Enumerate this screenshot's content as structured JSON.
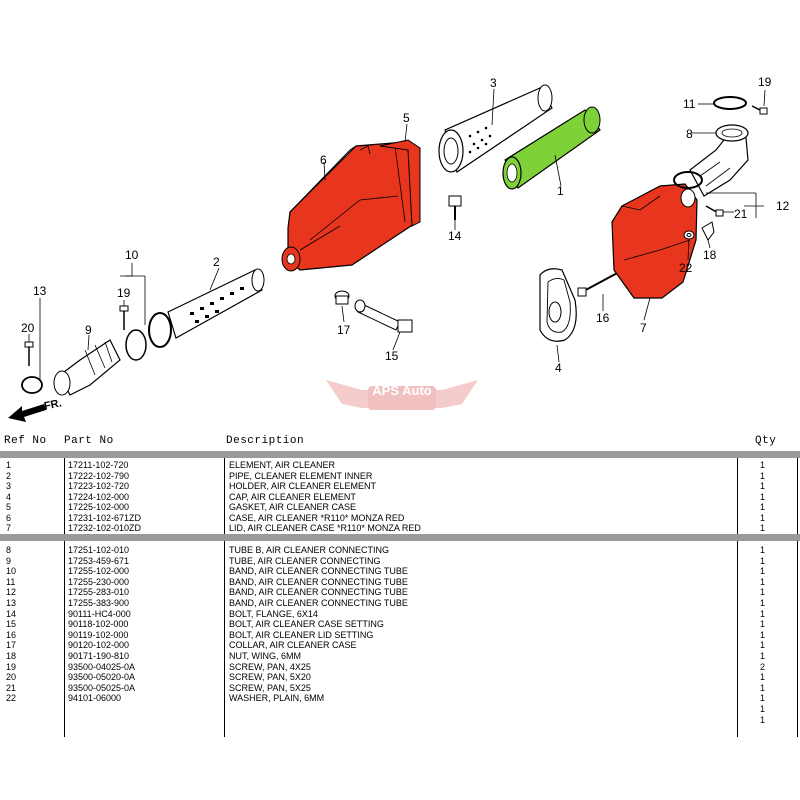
{
  "diagram": {
    "callouts": [
      "1",
      "2",
      "3",
      "4",
      "5",
      "6",
      "7",
      "8",
      "9",
      "10",
      "11",
      "12",
      "13",
      "14",
      "15",
      "16",
      "17",
      "18",
      "19",
      "19",
      "20",
      "21",
      "22"
    ],
    "direction_label": "FR.",
    "watermark": "APS Auto"
  },
  "table": {
    "headers": {
      "ref": "Ref No",
      "part": "Part No",
      "desc": "Description",
      "qty": "Qty"
    },
    "rows": [
      {
        "ref": "1",
        "part": "17211-102-720",
        "desc": "ELEMENT, AIR CLEANER",
        "qty": "1"
      },
      {
        "ref": "2",
        "part": "17222-102-790",
        "desc": "PIPE, CLEANER ELEMENT INNER",
        "qty": "1"
      },
      {
        "ref": "3",
        "part": "17223-102-720",
        "desc": "HOLDER, AIR CLEANER ELEMENT",
        "qty": "1"
      },
      {
        "ref": "4",
        "part": "17224-102-000",
        "desc": "CAP, AIR CLEANER ELEMENT",
        "qty": "1"
      },
      {
        "ref": "5",
        "part": "17225-102-000",
        "desc": "GASKET, AIR CLEANER CASE",
        "qty": "1"
      },
      {
        "ref": "6",
        "part": "17231-102-671ZD",
        "desc": "CASE, AIR CLEANER *R110* MONZA RED",
        "qty": "1"
      },
      {
        "ref": "7",
        "part": "17232-102-010ZD",
        "desc": "LID, AIR CLEANER CASE *R110* MONZA RED",
        "qty": "1"
      },
      {
        "ref": "8",
        "part": "17251-102-010",
        "desc": "TUBE B, AIR CLEANER CONNECTING",
        "qty": "1"
      },
      {
        "ref": "9",
        "part": "17253-459-671",
        "desc": "TUBE, AIR CLEANER CONNECTING",
        "qty": "1"
      },
      {
        "ref": "10",
        "part": "17255-102-000",
        "desc": "BAND, AIR CLEANER CONNECTING TUBE",
        "qty": "1"
      },
      {
        "ref": "11",
        "part": "17255-230-000",
        "desc": "BAND, AIR CLEANER CONNECTING TUBE",
        "qty": "1"
      },
      {
        "ref": "12",
        "part": "17255-283-010",
        "desc": "BAND, AIR CLEANER CONNECTING TUBE",
        "qty": "1"
      },
      {
        "ref": "13",
        "part": "17255-383-900",
        "desc": "BAND, AIR CLEANER CONNECTING TUBE",
        "qty": "1"
      },
      {
        "ref": "14",
        "part": "90111-HC4-000",
        "desc": "BOLT, FLANGE, 6X14",
        "qty": "1"
      },
      {
        "ref": "15",
        "part": "90118-102-000",
        "desc": "BOLT, AIR CLEANER CASE SETTING",
        "qty": "1"
      },
      {
        "ref": "16",
        "part": "90119-102-000",
        "desc": "BOLT, AIR CLEANER LID SETTING",
        "qty": "1"
      },
      {
        "ref": "17",
        "part": "90120-102-000",
        "desc": "COLLAR, AIR CLEANER CASE",
        "qty": "1"
      },
      {
        "ref": "18",
        "part": "90171-190-810",
        "desc": "NUT, WING, 6MM",
        "qty": "1"
      },
      {
        "ref": "19",
        "part": "93500-04025-0A",
        "desc": "SCREW, PAN, 4X25",
        "qty": "2"
      },
      {
        "ref": "20",
        "part": "93500-05020-0A",
        "desc": "SCREW, PAN, 5X20",
        "qty": "1"
      },
      {
        "ref": "21",
        "part": "93500-05025-0A",
        "desc": "SCREW, PAN, 5X25",
        "qty": "1"
      },
      {
        "ref": "22",
        "part": "94101-06000",
        "desc": "WASHER, PLAIN, 6MM",
        "qty": "1"
      }
    ],
    "extra_qty": [
      "1",
      "1"
    ]
  },
  "colors": {
    "case_red": "#e8351e",
    "element_green": "#7fd13a"
  }
}
